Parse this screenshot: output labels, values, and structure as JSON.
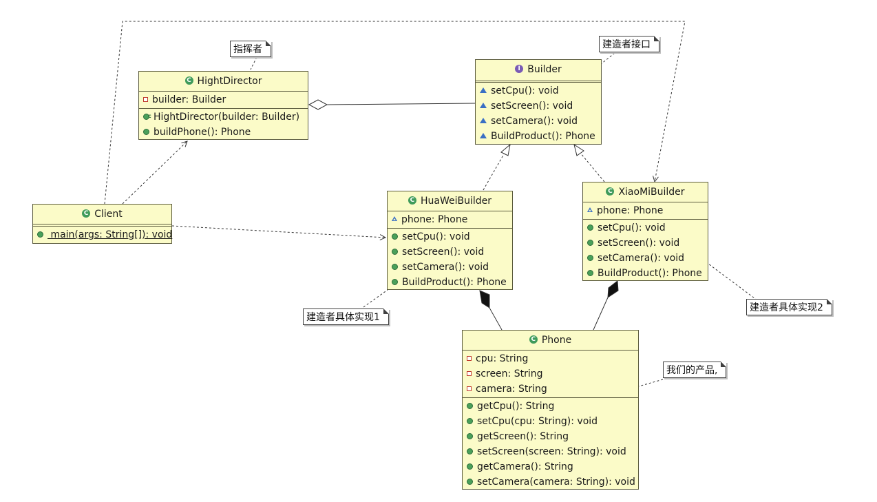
{
  "classes": {
    "director": {
      "name": "HightDirector",
      "fields": [
        "builder: Builder"
      ],
      "methods": [
        "HightDirector(builder: Builder)",
        "buildPhone(): Phone"
      ]
    },
    "builder": {
      "name": "Builder",
      "methods": [
        "setCpu(): void",
        "setScreen(): void",
        "setCamera(): void",
        "BuildProduct(): Phone"
      ]
    },
    "client": {
      "name": "Client",
      "methods": [
        " main(args: String[]): void"
      ]
    },
    "huawei": {
      "name": "HuaWeiBuilder",
      "fields": [
        "phone: Phone"
      ],
      "methods": [
        "setCpu(): void",
        "setScreen(): void",
        "setCamera(): void",
        "BuildProduct(): Phone"
      ]
    },
    "xiaomi": {
      "name": "XiaoMiBuilder",
      "fields": [
        "phone: Phone"
      ],
      "methods": [
        "setCpu(): void",
        "setScreen(): void",
        "setCamera(): void",
        "BuildProduct(): Phone"
      ]
    },
    "phone": {
      "name": "Phone",
      "fields": [
        "cpu: String",
        "screen: String",
        "camera: String"
      ],
      "methods": [
        "getCpu(): String",
        "setCpu(cpu: String): void",
        "getScreen(): String",
        "setScreen(screen: String): void",
        "getCamera(): String",
        "setCamera(camera: String): void"
      ]
    }
  },
  "notes": {
    "director": "指挥者",
    "builder": "建造者接口",
    "impl1": "建造者具体实现1",
    "impl2": "建造者具体实现2",
    "product": "我们的产品,"
  },
  "icons": {
    "class": "class-icon",
    "interface": "interface-icon",
    "public": "public-method-icon",
    "private": "private-field-icon",
    "package": "package-method-icon",
    "constructor": "constructor-icon"
  },
  "colors": {
    "box_fill": "#fbfbc8",
    "box_border": "#5a5a3c",
    "note_fill": "#ffffff",
    "class_icon": "#3f9b5b",
    "interface_icon": "#7a5bb5"
  }
}
